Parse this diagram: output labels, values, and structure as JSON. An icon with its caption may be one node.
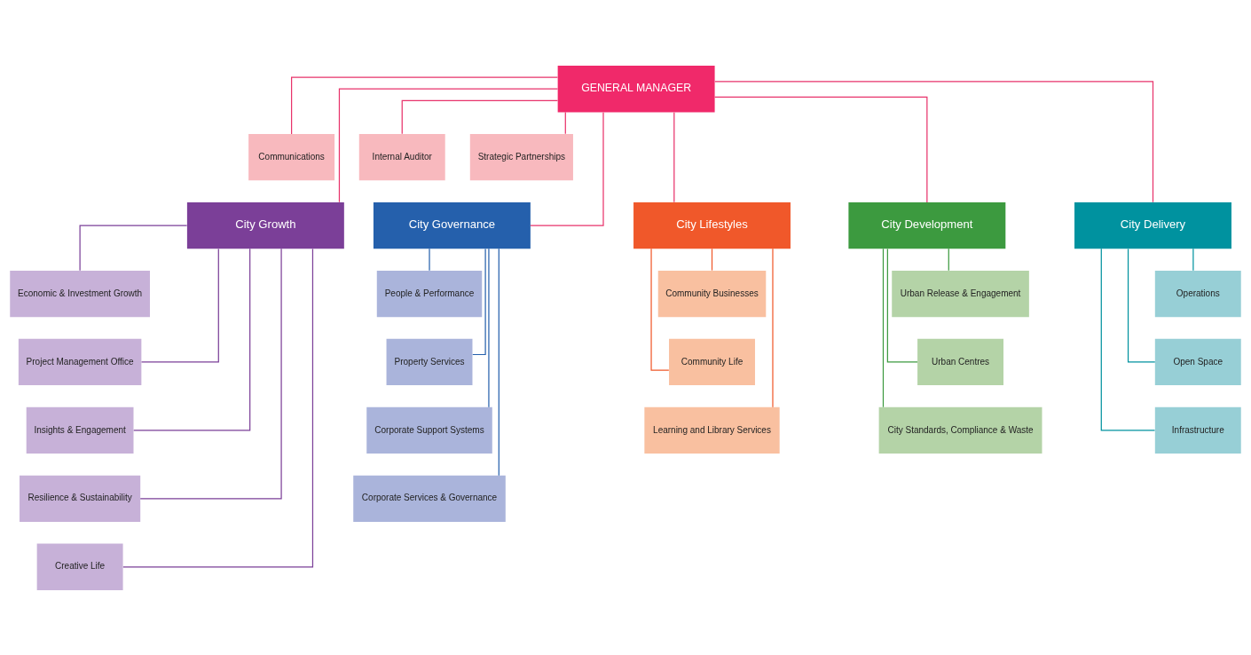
{
  "diagram": {
    "nodes": [
      {
        "text": [
          "GENERAL MANAGER"
        ]
      },
      {
        "text": [
          "Communications"
        ]
      },
      {
        "text": [
          "Internal Auditor"
        ]
      },
      {
        "text": [
          "Strategic Partnerships"
        ]
      },
      {
        "text": [
          "City Growth"
        ]
      },
      {
        "text": [
          "City Governance"
        ]
      },
      {
        "text": [
          "City Lifestyles"
        ]
      },
      {
        "text": [
          "City Development"
        ]
      },
      {
        "text": [
          "City Delivery"
        ]
      },
      {
        "text": [
          "Economic & Investment Growth"
        ]
      },
      {
        "text": [
          "Project Management Office"
        ]
      },
      {
        "text": [
          "Insights & Engagement"
        ]
      },
      {
        "text": [
          "Resilience & Sustainability"
        ]
      },
      {
        "text": [
          "Creative Life"
        ]
      },
      {
        "text": [
          "People & Performance"
        ]
      },
      {
        "text": [
          "Property Services"
        ]
      },
      {
        "text": [
          "Corporate Support Systems"
        ]
      },
      {
        "text": [
          "Corporate Services & Governance"
        ]
      },
      {
        "text": [
          "Community Businesses"
        ]
      },
      {
        "text": [
          "Community Life"
        ]
      },
      {
        "text": [
          "Learning and Library Services"
        ]
      },
      {
        "text": [
          "Urban Release & Engagement"
        ]
      },
      {
        "text": [
          "Urban Centres"
        ]
      },
      {
        "text": [
          "City Standards, Compliance & Waste"
        ]
      },
      {
        "text": [
          "Operations"
        ]
      },
      {
        "text": [
          "Open Space"
        ]
      },
      {
        "text": [
          "Infrastructure"
        ]
      }
    ],
    "edges": [
      {
        "from": 0,
        "to": 1,
        "arrow": "none"
      },
      {
        "from": 0,
        "to": 2,
        "arrow": "none"
      },
      {
        "from": 0,
        "to": 3,
        "arrow": "none"
      },
      {
        "from": 0,
        "to": 4,
        "arrow": "none"
      },
      {
        "from": 0,
        "to": 5,
        "arrow": "none"
      },
      {
        "from": 0,
        "to": 6,
        "arrow": "none"
      },
      {
        "from": 0,
        "to": 7,
        "arrow": "none"
      },
      {
        "from": 0,
        "to": 8,
        "arrow": "none"
      },
      {
        "from": 4,
        "to": 9,
        "arrow": "none",
        "color": "#7b3f98"
      },
      {
        "from": 4,
        "to": 10,
        "arrow": "none",
        "color": "#7b3f98"
      },
      {
        "from": 4,
        "to": 11,
        "arrow": "none",
        "color": "#7b3f98"
      },
      {
        "from": 4,
        "to": 12,
        "arrow": "none",
        "color": "#7b3f98"
      },
      {
        "from": 4,
        "to": 13,
        "arrow": "none",
        "color": "#7b3f98"
      },
      {
        "from": 5,
        "to": 14,
        "arrow": "none",
        "color": "#2560ac"
      },
      {
        "from": 5,
        "to": 15,
        "arrow": "none",
        "color": "#2560ac"
      },
      {
        "from": 5,
        "to": 16,
        "arrow": "none",
        "color": "#2560ac"
      },
      {
        "from": 5,
        "to": 17,
        "arrow": "none",
        "color": "#2560ac"
      },
      {
        "from": 6,
        "to": 18,
        "arrow": "none",
        "color": "#f0582a"
      },
      {
        "from": 6,
        "to": 19,
        "arrow": "none",
        "color": "#f0582a"
      },
      {
        "from": 6,
        "to": 20,
        "arrow": "none",
        "color": "#f0582a"
      },
      {
        "from": 7,
        "to": 21,
        "arrow": "none",
        "color": "#3c9a3f"
      },
      {
        "from": 7,
        "to": 22,
        "arrow": "none",
        "color": "#3c9a3f"
      },
      {
        "from": 7,
        "to": 23,
        "arrow": "none",
        "color": "#3c9a3f"
      },
      {
        "from": 8,
        "to": 24,
        "arrow": "none",
        "color": "#00929f"
      },
      {
        "from": 8,
        "to": 25,
        "arrow": "none",
        "color": "#00929f"
      },
      {
        "from": 8,
        "to": 26,
        "arrow": "none",
        "color": "#00929f"
      }
    ]
  }
}
